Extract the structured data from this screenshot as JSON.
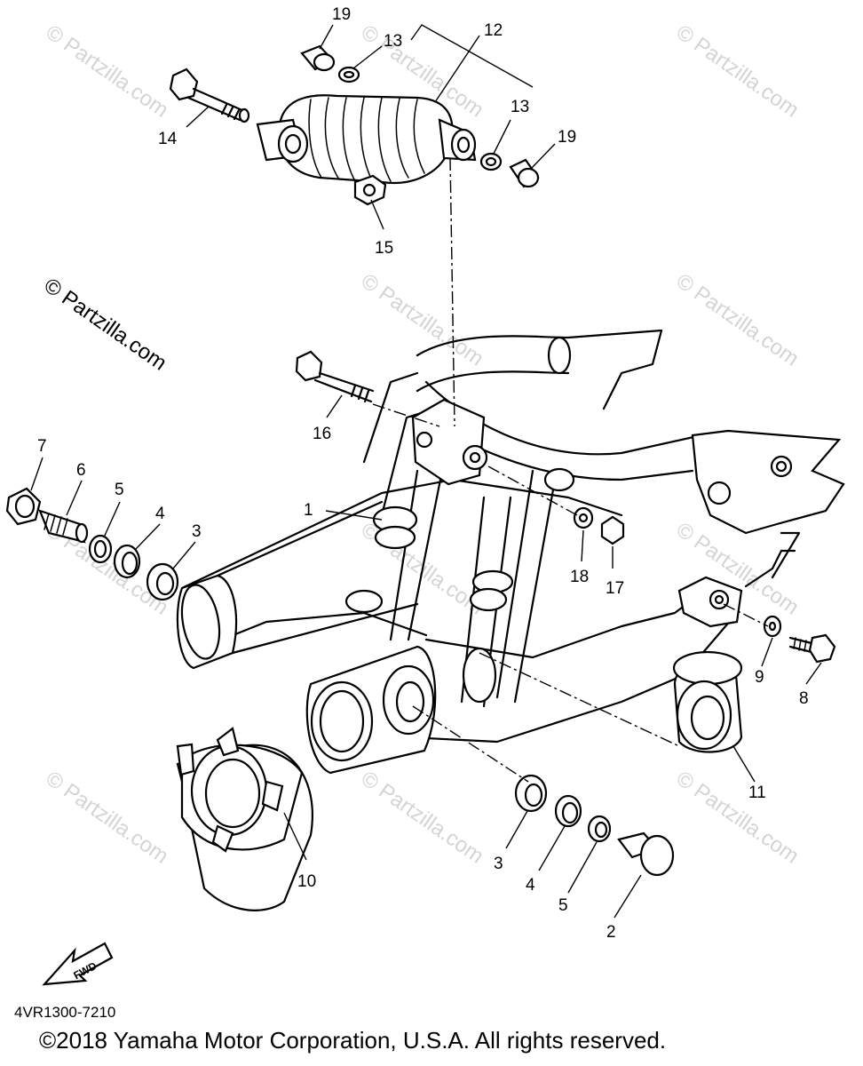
{
  "watermark": "© Partzilla.com",
  "ref_code": "4VR1300-7210",
  "copyright": "©2018 Yamaha Motor Corporation, U.S.A. All rights reserved.",
  "fwd_label": "FWD",
  "callouts": {
    "c1": "1",
    "c2": "2",
    "c3a": "3",
    "c3b": "3",
    "c4a": "4",
    "c4b": "4",
    "c5a": "5",
    "c5b": "5",
    "c6": "6",
    "c7": "7",
    "c8": "8",
    "c9": "9",
    "c10": "10",
    "c11": "11",
    "c12": "12",
    "c13a": "13",
    "c13b": "13",
    "c14": "14",
    "c15": "15",
    "c16": "16",
    "c17": "17",
    "c18": "18",
    "c19a": "19",
    "c19b": "19"
  }
}
